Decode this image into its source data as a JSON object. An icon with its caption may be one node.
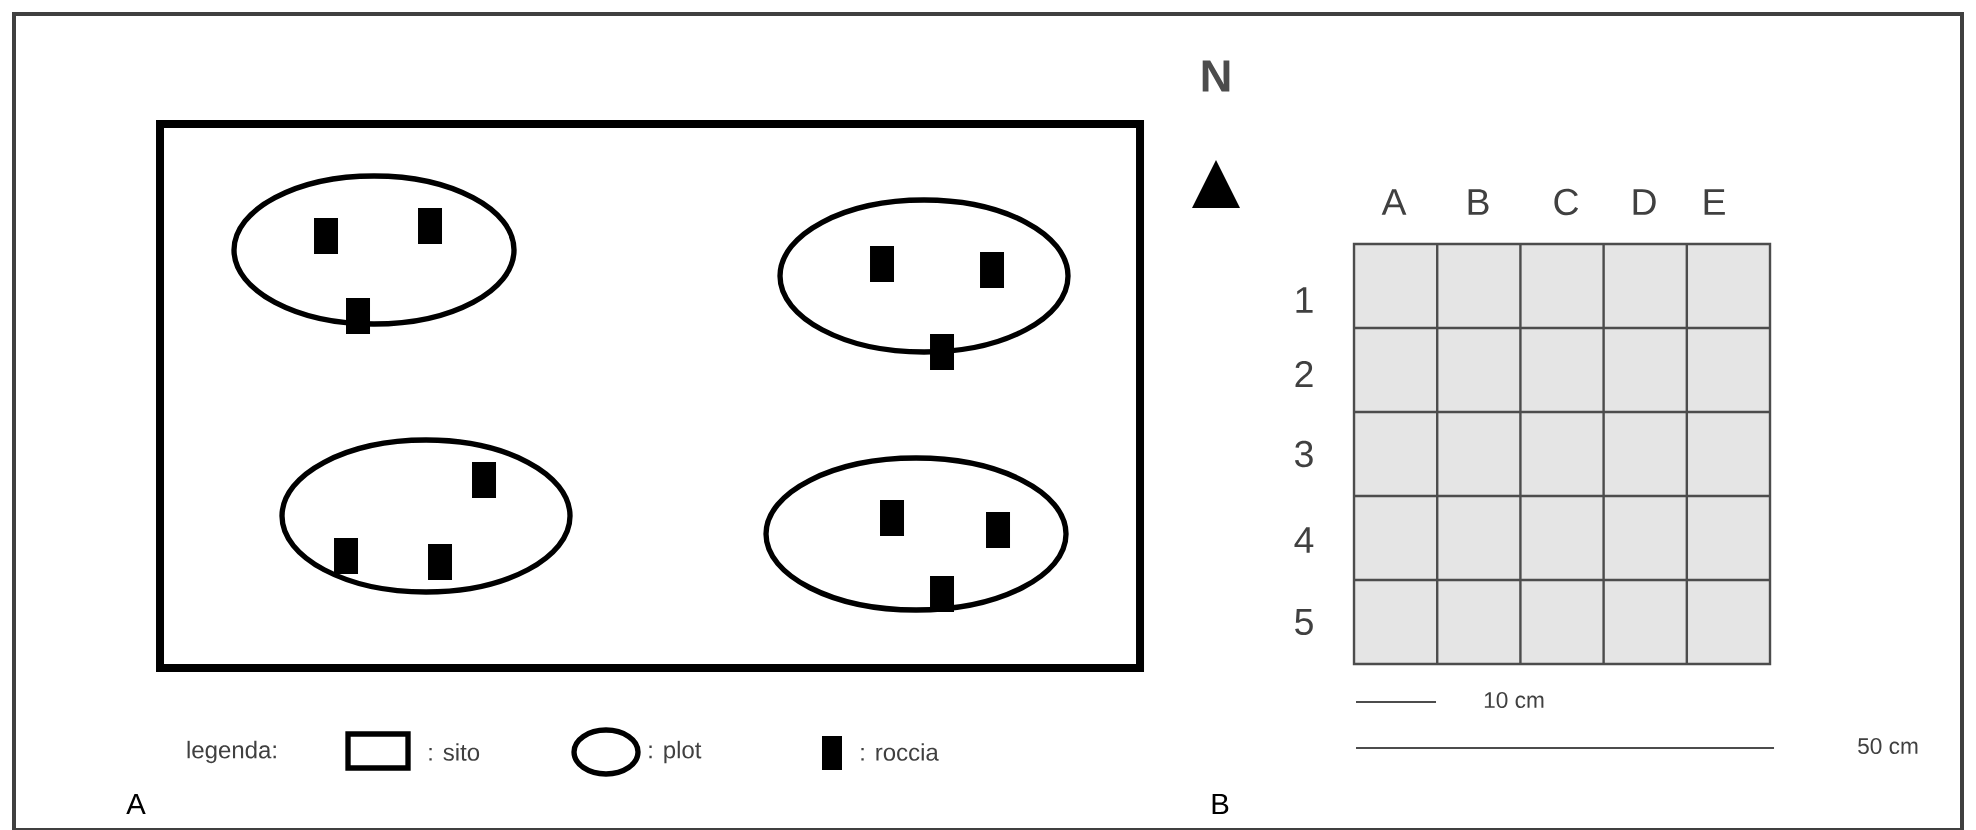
{
  "diagram": {
    "nodes": [
      {
        "text": [],
        "shape": "box"
      },
      {
        "text": [],
        "shape": "circle",
        "in": 0
      },
      {
        "text": [],
        "shape": "bar",
        "in": 1
      },
      {
        "text": [],
        "shape": "bar",
        "in": 1
      },
      {
        "text": [],
        "shape": "bar",
        "in": 1
      },
      {
        "text": [],
        "shape": "circle",
        "in": 0
      },
      {
        "text": [],
        "shape": "bar",
        "in": 5
      },
      {
        "text": [],
        "shape": "bar",
        "in": 5
      },
      {
        "text": [],
        "shape": "bar",
        "in": 5
      },
      {
        "text": [],
        "shape": "circle",
        "in": 0
      },
      {
        "text": [],
        "shape": "bar",
        "in": 9
      },
      {
        "text": [],
        "shape": "bar",
        "in": 9
      },
      {
        "text": [],
        "shape": "bar",
        "in": 9
      },
      {
        "text": [],
        "shape": "circle",
        "in": 0
      },
      {
        "text": [],
        "shape": "bar",
        "in": 13
      },
      {
        "text": [],
        "shape": "bar",
        "in": 13
      },
      {
        "text": [],
        "shape": "bar",
        "in": 13
      }
    ],
    "labels": [
      "N",
      "A",
      "B",
      "C",
      "D",
      "E",
      "1",
      "2",
      "3",
      "4",
      "5",
      "legenda:",
      "10 cm",
      "50 cm",
      "A",
      "B"
    ],
    "legend": [
      {
        "text": ": sito"
      },
      {
        "text": ": plot"
      },
      {
        "text": ": roccia"
      }
    ]
  }
}
